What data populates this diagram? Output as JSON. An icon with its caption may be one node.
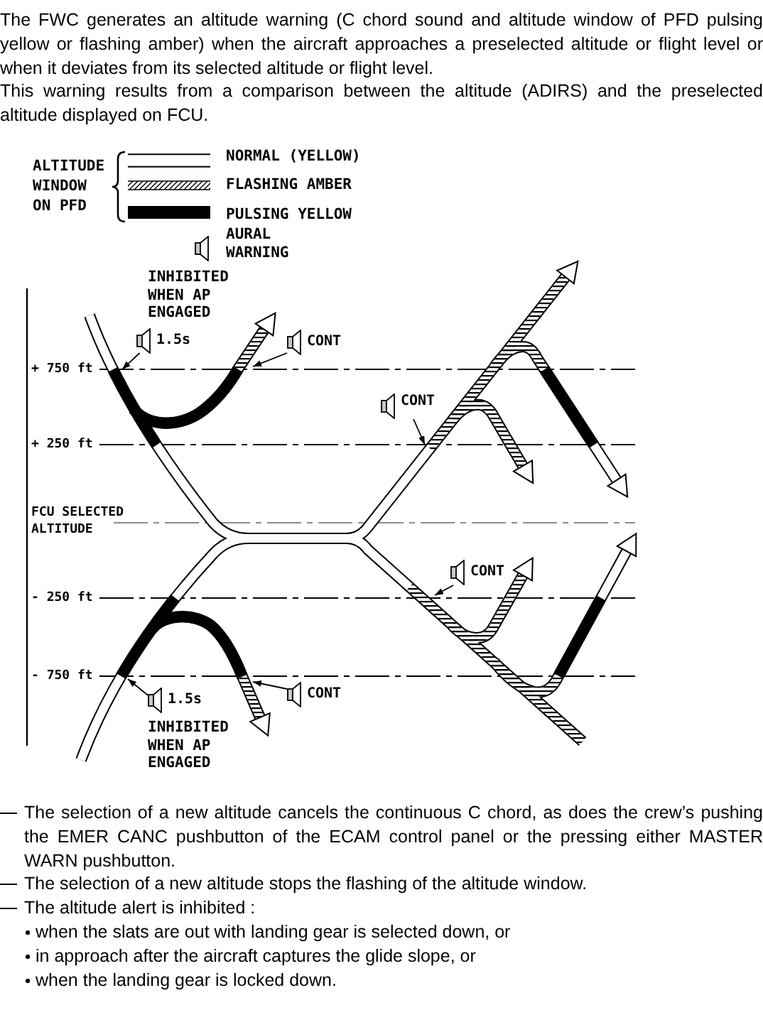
{
  "diagram": {
    "nodes": [
      {
        "text": [
          "1.5s"
        ],
        "beside": [
          "INHIBITED WHEN AP ENGAGED"
        ]
      },
      {
        "text": [
          "CONT"
        ]
      },
      {
        "text": [
          "CONT"
        ]
      },
      {
        "text": [
          "CONT"
        ]
      },
      {
        "text": [
          "1.5s"
        ],
        "beside": [
          "INHIBITED WHEN AP ENGAGED"
        ]
      },
      {
        "text": [
          "CONT"
        ]
      }
    ],
    "edges": [
      {
        "from": 0,
        "to": null,
        "arrow": "to"
      },
      {
        "from": 1,
        "to": null,
        "arrow": "to"
      },
      {
        "from": 2,
        "to": null,
        "arrow": "to"
      },
      {
        "from": 3,
        "to": null,
        "arrow": "to"
      },
      {
        "from": 4,
        "to": null,
        "arrow": "to"
      },
      {
        "from": 5,
        "to": null,
        "arrow": "to"
      }
    ],
    "labels": [
      "The FWC generates an altitude warning (C chord sound and altitude window of PFD pulsing yellow or flashing amber) when the aircraft approaches a preselected altitude or flight level or when it deviates from its selected altitude or flight level.",
      "This warning results from a comparison between the altitude (ADIRS) and the preselected altitude displayed on FCU.",
      "ALTITUDE WINDOW ON PFD",
      "+ 750 ft",
      "+ 250 ft",
      "FCU SELECTED ALTITUDE",
      "- 250 ft",
      "- 750 ft",
      "The selection of a new altitude cancels the continuous C chord, as does the crew’s pushing the EMER CANC pushbutton of the ECAM control panel or the pressing either MASTER WARN pushbutton.",
      "The selection of a new altitude stops the flashing of the altitude window.",
      "The altitude alert is inhibited :",
      "when the slats are out with landing gear is selected down, or",
      "in approach after the aircraft captures the glide slope, or",
      "when the landing gear is locked down."
    ],
    "legend": [
      {
        "text": "NORMAL (YELLOW)"
      },
      {
        "text": "FLASHING AMBER"
      },
      {
        "text": "PULSING YELLOW",
        "color": "#000000"
      },
      {
        "text": "AURAL WARNING"
      }
    ]
  }
}
